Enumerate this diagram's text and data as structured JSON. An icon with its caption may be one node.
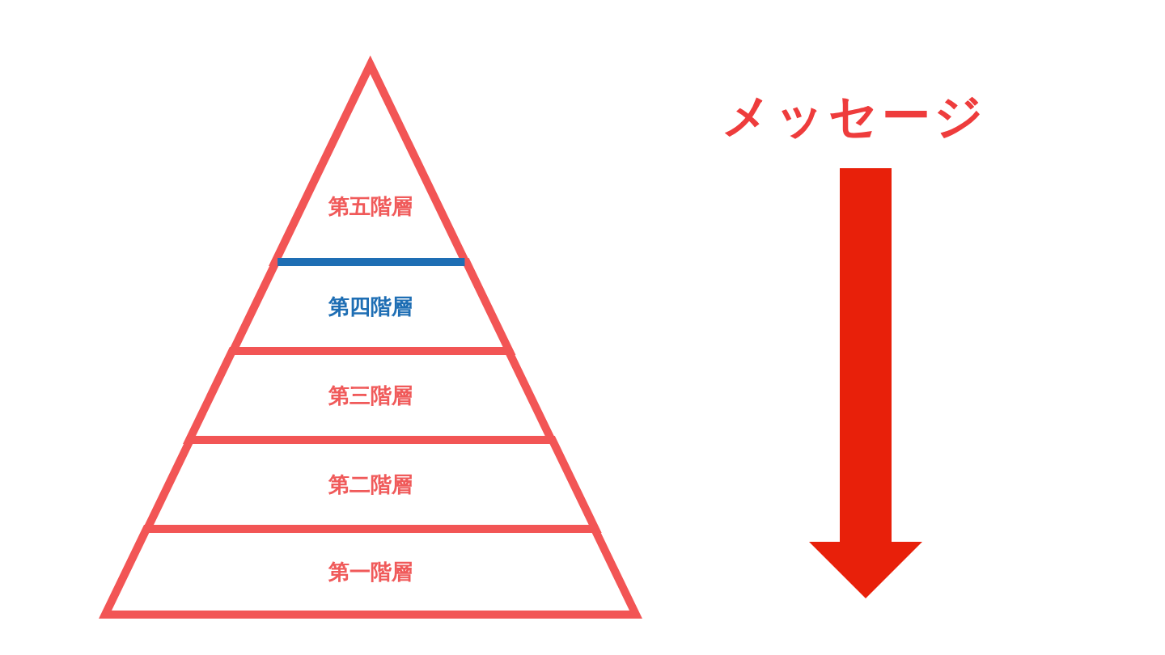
{
  "diagram": {
    "nodes": [
      {
        "text": [
          "第五階層"
        ]
      },
      {
        "text": [
          "第四階層"
        ]
      },
      {
        "text": [
          "第三階層"
        ]
      },
      {
        "text": [
          "第二階層"
        ]
      },
      {
        "text": [
          "第一階層"
        ]
      }
    ],
    "labels": [
      "メッセージ"
    ]
  }
}
